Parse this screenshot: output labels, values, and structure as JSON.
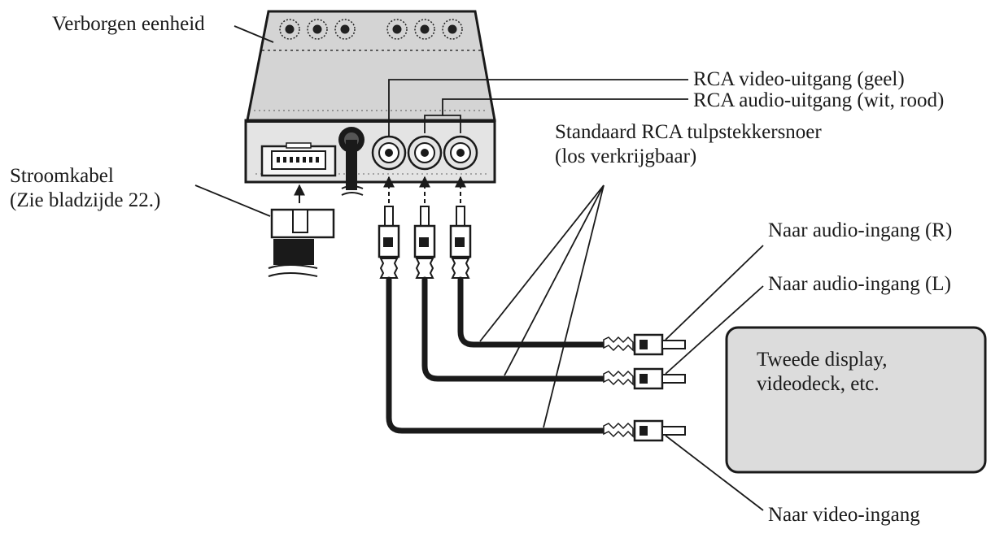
{
  "labels": {
    "hidden_unit": "Verborgen eenheid",
    "power_cable_line1": "Stroomkabel",
    "power_cable_line2": "(Zie bladzijde 22.)",
    "rca_video_out": "RCA video-uitgang (geel)",
    "rca_audio_out": "RCA audio-uitgang (wit, rood)",
    "rca_cable_line1": "Standaard RCA tulpstekkersnoer",
    "rca_cable_line2": "(los verkrijgbaar)",
    "audio_in_r": "Naar audio-ingang (R)",
    "audio_in_l": "Naar audio-ingang (L)",
    "video_in": "Naar video-ingang",
    "second_display_line1": "Tweede display,",
    "second_display_line2": "videodeck, etc."
  },
  "colors": {
    "unit_body": "#d9d9d9",
    "unit_front": "#e6e6e6",
    "cable": "#1a1a1a",
    "line": "#1a1a1a",
    "box_fill": "#dcdcdc"
  }
}
